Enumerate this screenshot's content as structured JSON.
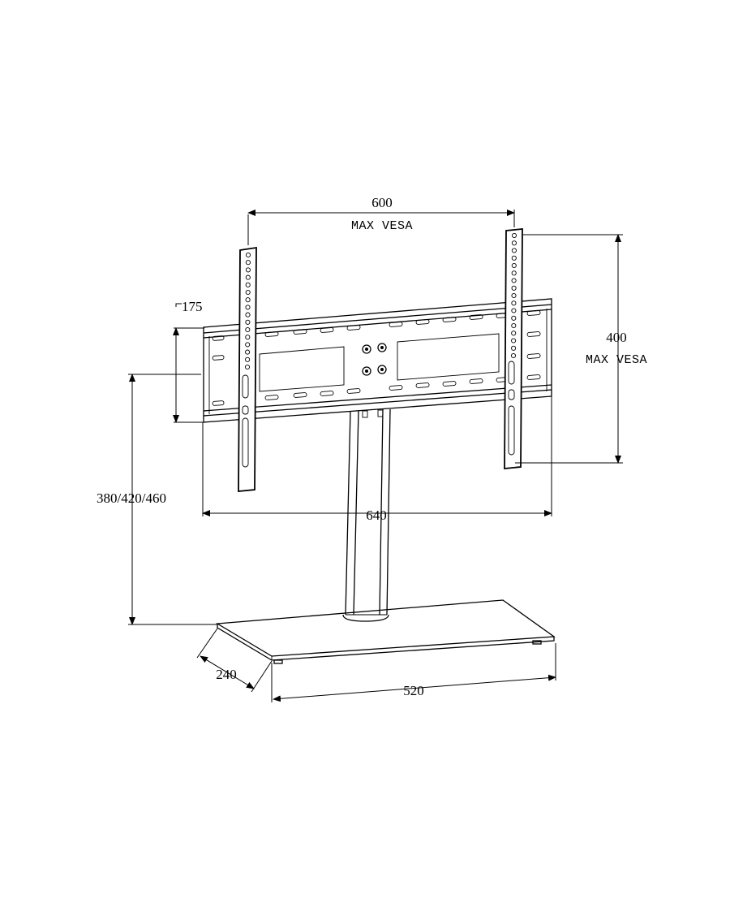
{
  "dimensions": {
    "vesa_width": {
      "value": "600",
      "caption": "MAX VESA"
    },
    "vesa_height": {
      "value": "400",
      "caption": "MAX VESA"
    },
    "plate_height": {
      "value": "175"
    },
    "plate_width": {
      "value": "640"
    },
    "height_options": {
      "value": "380/420/460"
    },
    "base_depth": {
      "value": "240"
    },
    "base_width": {
      "value": "520"
    }
  }
}
